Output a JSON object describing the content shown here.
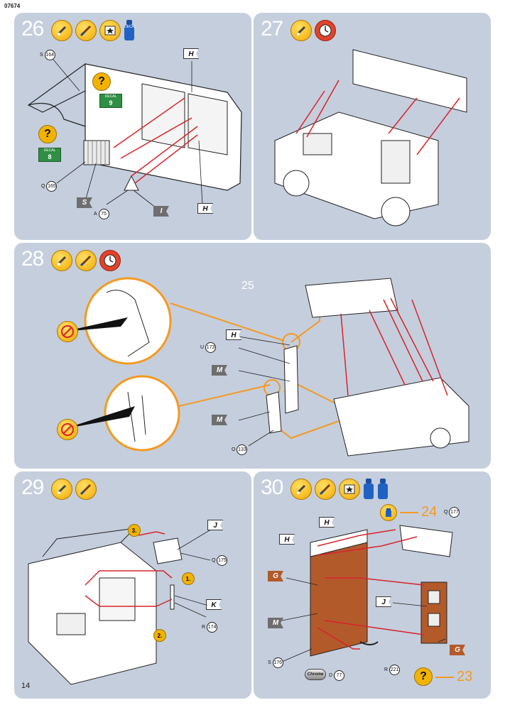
{
  "page": {
    "doc_code": "07674",
    "page_number": "14"
  },
  "steps": [
    {
      "number": "26",
      "flags": [
        {
          "label": "H",
          "style": "white"
        },
        {
          "label": "S",
          "style": "grey"
        },
        {
          "label": "I",
          "style": "grey"
        },
        {
          "label": "H",
          "style": "white"
        }
      ],
      "parts": [
        {
          "letter": "S",
          "num": "164"
        },
        {
          "letter": "Q",
          "num": "165"
        },
        {
          "letter": "A",
          "num": "75"
        }
      ],
      "decals": [
        {
          "label": "DECAL",
          "num": "9"
        },
        {
          "label": "DECAL",
          "num": "8"
        }
      ],
      "help_mark": "?"
    },
    {
      "number": "27"
    },
    {
      "number": "28",
      "ref": "25",
      "flags": [
        {
          "label": "H",
          "style": "white"
        },
        {
          "label": "M",
          "style": "grey"
        },
        {
          "label": "M",
          "style": "grey"
        }
      ],
      "parts": [
        {
          "letter": "U",
          "num": "173"
        },
        {
          "letter": "O",
          "num": "133"
        }
      ]
    },
    {
      "number": "29",
      "flags": [
        {
          "label": "J",
          "style": "white"
        },
        {
          "label": "K",
          "style": "white"
        }
      ],
      "parts": [
        {
          "letter": "Q",
          "num": "175"
        },
        {
          "letter": "R",
          "num": "174"
        }
      ],
      "order": [
        "3.",
        "1.",
        "2."
      ]
    },
    {
      "number": "30",
      "flags": [
        {
          "label": "H",
          "style": "white"
        },
        {
          "label": "H",
          "style": "white"
        },
        {
          "label": "G",
          "style": "orange"
        },
        {
          "label": "M",
          "style": "grey"
        },
        {
          "label": "J",
          "style": "white"
        },
        {
          "label": "G",
          "style": "orange"
        }
      ],
      "parts": [
        {
          "letter": "Q",
          "num": "177"
        },
        {
          "letter": "S",
          "num": "176"
        },
        {
          "letter": "D",
          "num": "77"
        },
        {
          "letter": "R",
          "num": "221"
        }
      ],
      "refs": [
        "24",
        "23"
      ],
      "chrome_label": "Chrome",
      "help_mark": "?"
    }
  ],
  "icons": {
    "paint_brush": "paint-brush-icon",
    "glue": "glue-drop-icon",
    "decal": "decal-star-icon",
    "paint_bottle": "paint-bottle-icon",
    "clock": "drying-time-clock-icon",
    "no_glue": "no-glue-icon"
  },
  "colors": {
    "panel_bg": "#c5cedd",
    "arrow_red": "#d8232a",
    "orange_line": "#f39a1f",
    "wood": "#b35a2b",
    "tool_yellow": "#f2a900",
    "clock_red": "#e2432a"
  }
}
